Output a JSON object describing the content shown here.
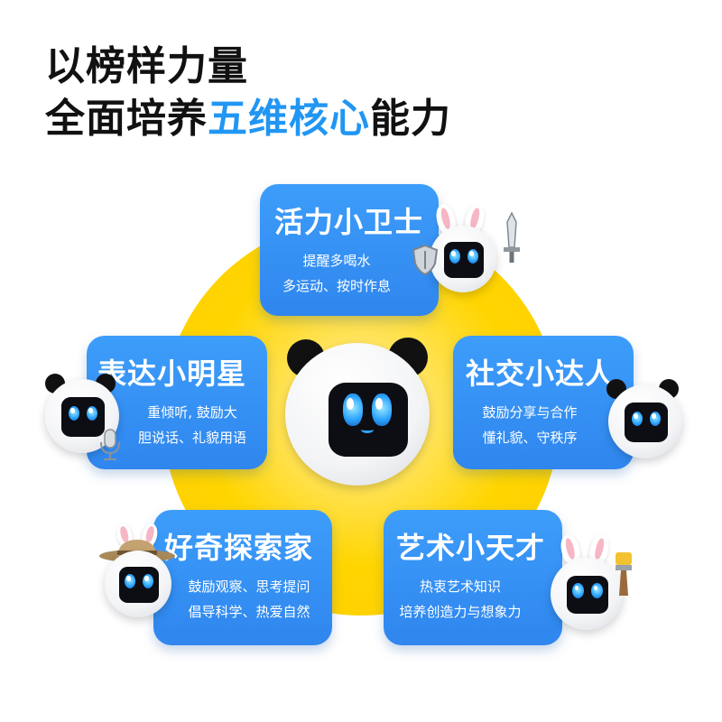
{
  "headline": {
    "line1": "以榜样力量",
    "line2_prefix": "全面培养",
    "line2_accent": "五维核心",
    "line2_suffix": "能力"
  },
  "colors": {
    "accent": "#2196f3",
    "card": "#3a96f8",
    "sun": "#ffd500"
  },
  "cards": {
    "top": {
      "title": "活力小卫士",
      "line1": "提醒多喝水",
      "line2": "多运动、按时作息"
    },
    "left": {
      "title": "表达小明星",
      "line1": "重倾听, 鼓励大",
      "line2": "胆说话、礼貌用语"
    },
    "right": {
      "title": "社交小达人",
      "line1": "鼓励分享与合作",
      "line2": "懂礼貌、守秩序"
    },
    "bottom_left": {
      "title": "好奇探索家",
      "line1": "鼓励观察、思考提问",
      "line2": "倡导科学、热爱自然"
    },
    "bottom_right": {
      "title": "艺术小天才",
      "line1": "热衷艺术知识",
      "line2": "培养创造力与想象力"
    }
  },
  "icons": [
    "panda-robot-icon",
    "bunny-robot-icon",
    "shield-icon",
    "sword-icon",
    "microphone-icon",
    "explorer-hat-icon",
    "paintbrush-icon"
  ]
}
